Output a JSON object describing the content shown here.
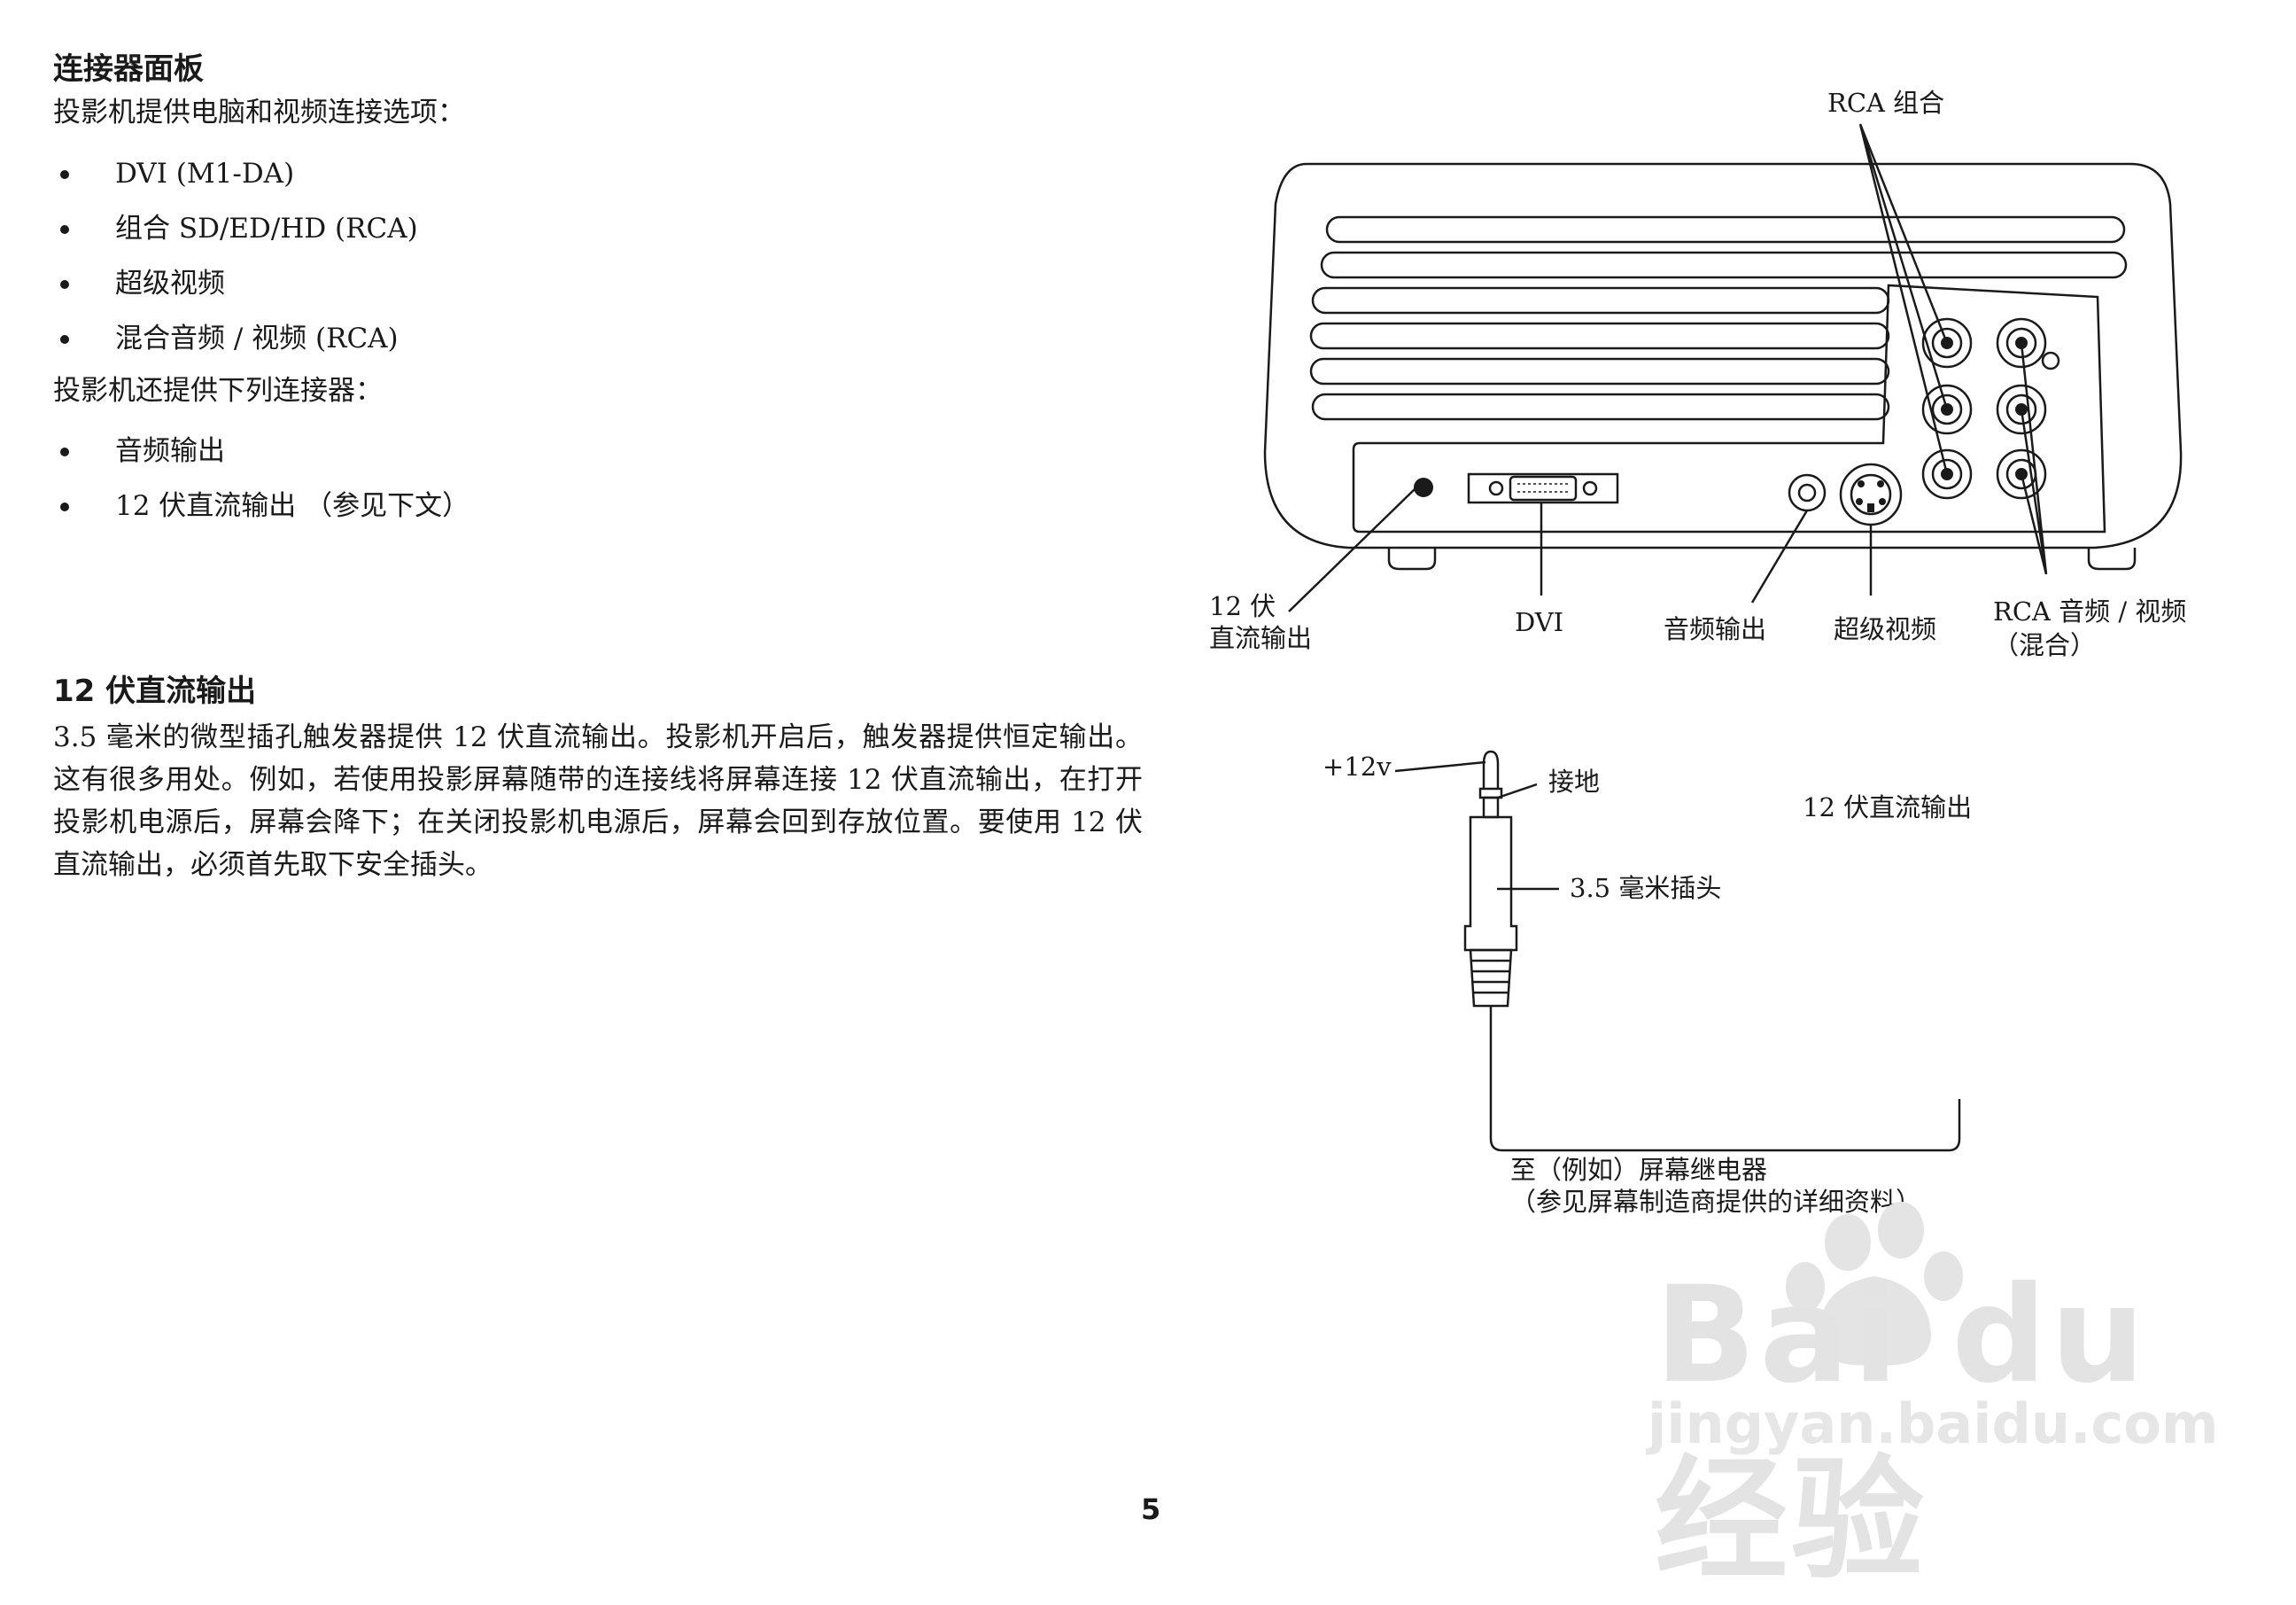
{
  "section1": {
    "heading": "连接器面板",
    "intro": "投影机提供电脑和视频连接选项：",
    "items": [
      "DVI (M1-DA)",
      "组合 SD/ED/HD (RCA)",
      "超级视频",
      "混合音频 / 视频 (RCA)"
    ],
    "intro2": "投影机还提供下列连接器：",
    "items2": [
      "音频输出",
      "12 伏直流输出 （参见下文）"
    ]
  },
  "section2": {
    "heading": "12 伏直流输出",
    "body": "3.5 毫米的微型插孔触发器提供 12 伏直流输出。投影机开启后，触发器提供恒定输出。这有很多用处。例如，若使用投影屏幕随带的连接线将屏幕连接 12 伏直流输出，在打开投影机电源后，屏幕会降下；在关闭投影机电源后，屏幕会回到存放位置。要使用 12 伏直流输出，必须首先取下安全插头。"
  },
  "projector_labels": {
    "rca_component": "RCA 组合",
    "dc_line1": "12 伏",
    "dc_line2": "直流输出",
    "dvi": "DVI",
    "audio_out": "音频输出",
    "svideo": "超级视频",
    "rca_av_line1": "RCA 音频 / 视频",
    "rca_av_line2": "（混合）"
  },
  "plug_labels": {
    "plus12v": "+12v",
    "ground": "接地",
    "dc_out": "12 伏直流输出",
    "plug": "3.5 毫米插头",
    "relay_line1": "至（例如）屏幕继电器",
    "relay_line2": "（参见屏幕制造商提供的详细资料）"
  },
  "page_number": "5",
  "watermark": {
    "logo": "Bai du 经验",
    "url": "jingyan.baidu.com"
  }
}
